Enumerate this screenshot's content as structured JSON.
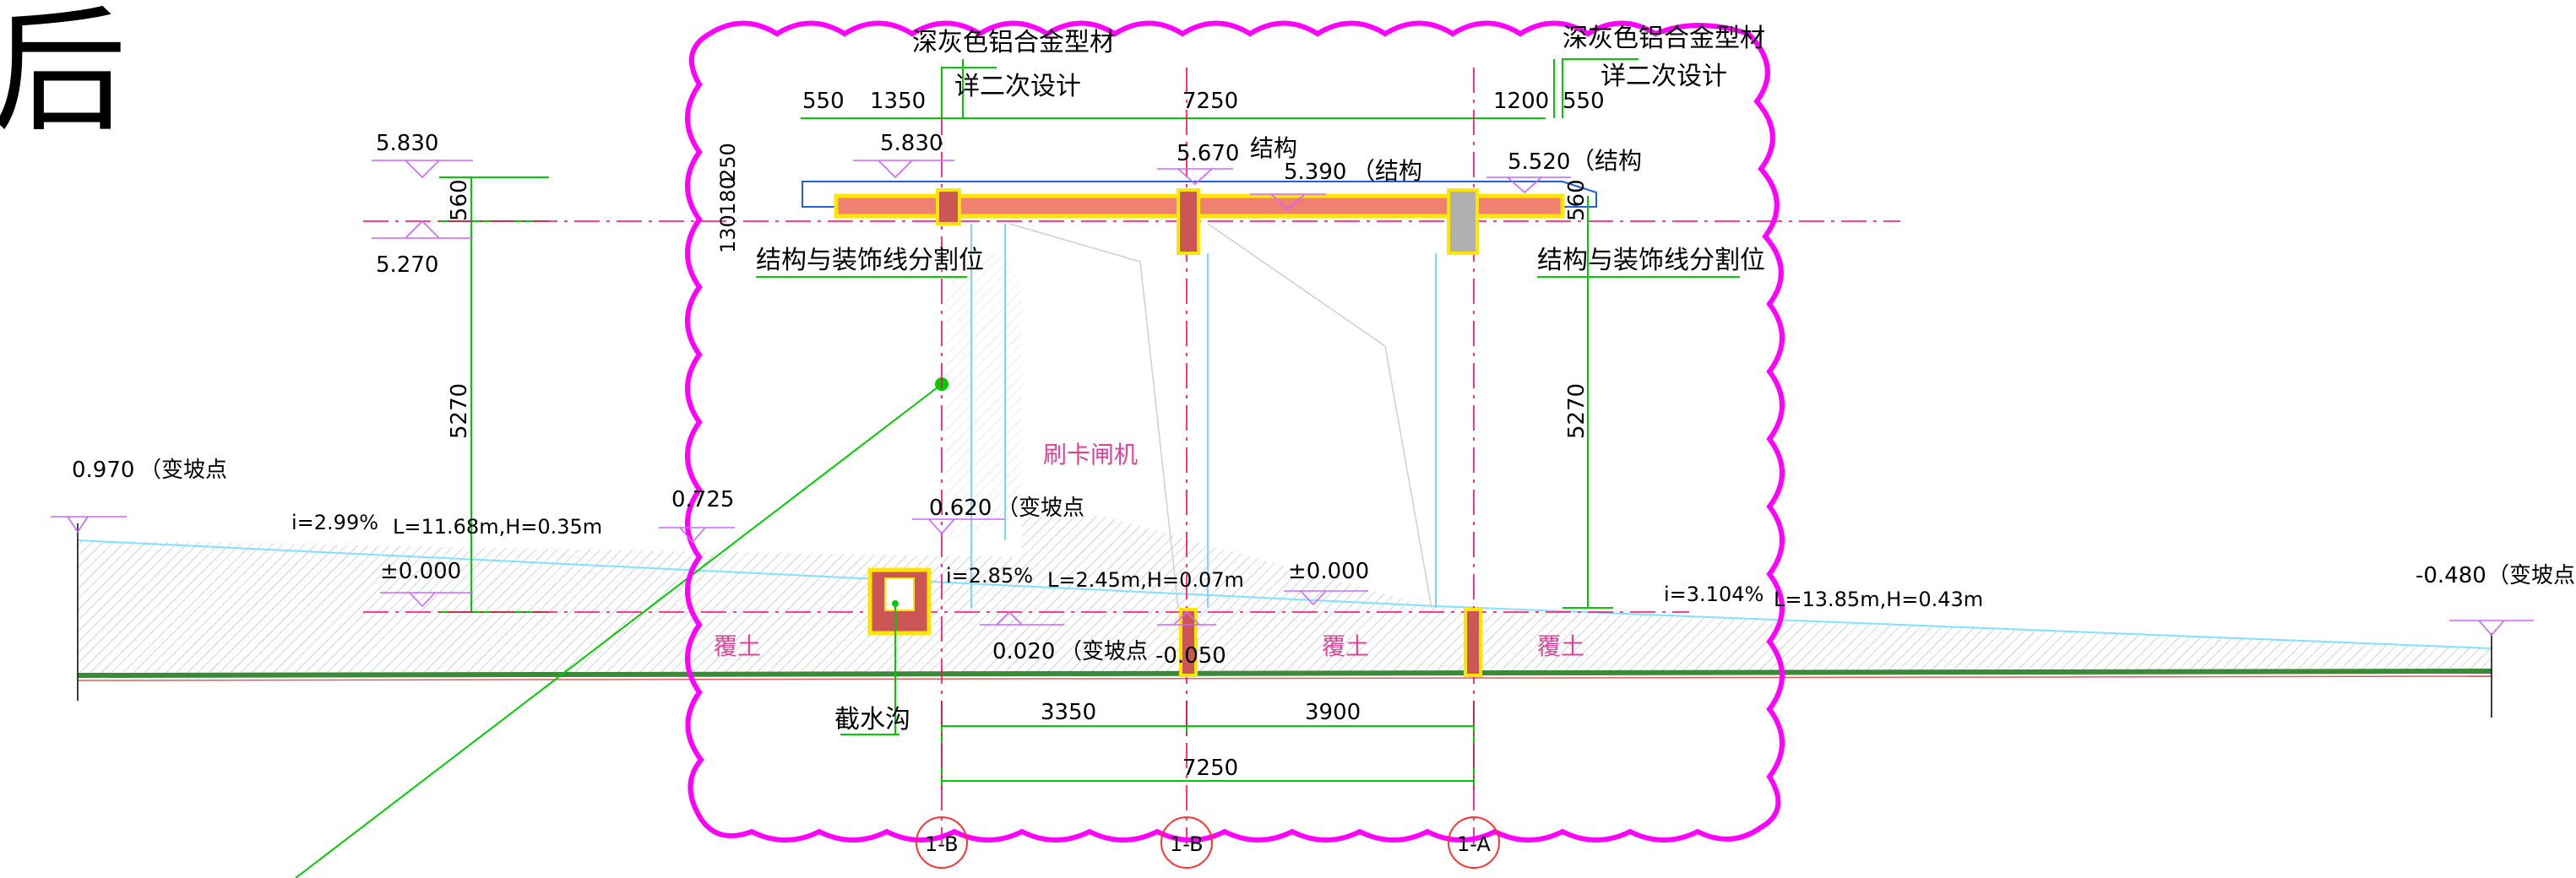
{
  "partial_title": "后",
  "materials": {
    "left_note_line1": "深灰色铝合金型材",
    "left_note_line2": "详二次设计",
    "right_note_line1": "深灰色铝合金型材",
    "right_note_line2": "详二次设计",
    "split_left": "结构与装饰线分割位",
    "split_right": "结构与装饰线分割位",
    "gate": "刷卡闸机",
    "trench": "截水沟",
    "cover_soil": "覆土",
    "structure": "结构",
    "structure_paren": "（结构"
  },
  "top_dims": [
    "550",
    "1350",
    "7250",
    "1200",
    "550"
  ],
  "bottom_dims": {
    "seg1": "3350",
    "seg2": "3900",
    "total": "7250"
  },
  "vertical_dims": {
    "d560": "560",
    "d5270": "5270",
    "d250": "250",
    "d180": "180",
    "d130": "130"
  },
  "elevations": {
    "e5830": "5.830",
    "e5270": "5.270",
    "e5670": "5.670",
    "e5390": "5.390",
    "e5520": "5.520",
    "e0970": "0.970",
    "e0725": "0.725",
    "e0620": "0.620",
    "e0000": "±0.000",
    "e0020": "0.020",
    "em0050": "-0.050",
    "em0480": "-0.480",
    "slope_point": "（变坡点"
  },
  "slopes": {
    "s1_i": "i=2.99%",
    "s1_lh": "L=11.68m,H=0.35m",
    "s2_i": "i=2.85%",
    "s2_lh": "L=2.45m,H=0.07m",
    "s3_i": "i=3.104%",
    "s3_lh": "L=13.85m,H=0.43m"
  },
  "axes": [
    "1-B",
    "1-B",
    "1-A"
  ],
  "colors": {
    "revision_cloud": "#ff00ff",
    "dimension": "#00cc00",
    "axis_line": "#ff0066",
    "slab_core": "#f08070",
    "slab_edge": "#ffe600",
    "cover_label": "#e0409a"
  }
}
